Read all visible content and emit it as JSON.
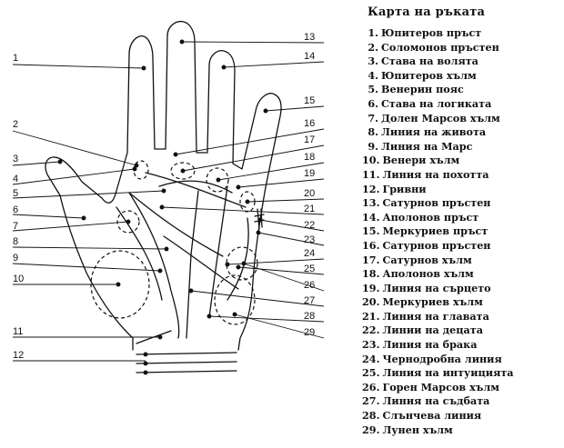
{
  "legend": {
    "title": "Карта на ръката",
    "items": [
      {
        "n": "1.",
        "label": "Юпитеров пръст"
      },
      {
        "n": "2.",
        "label": "Соломонов пръстен"
      },
      {
        "n": "3.",
        "label": "Става на волята"
      },
      {
        "n": "4.",
        "label": "Юпитеров хълм"
      },
      {
        "n": "5.",
        "label": "Венерин пояс"
      },
      {
        "n": "6.",
        "label": "Става на логиката"
      },
      {
        "n": "7.",
        "label": "Долен Марсов хълм"
      },
      {
        "n": "8.",
        "label": "Линия на живота"
      },
      {
        "n": "9.",
        "label": "Линия на Марс"
      },
      {
        "n": "10.",
        "label": "Венери хълм"
      },
      {
        "n": "11.",
        "label": "Линия на похотта"
      },
      {
        "n": "12.",
        "label": "Гривни"
      },
      {
        "n": "13.",
        "label": "Сатурнов пръстен"
      },
      {
        "n": "14.",
        "label": "Аполонов пръст"
      },
      {
        "n": "15.",
        "label": "Меркуриев пръст"
      },
      {
        "n": "16.",
        "label": "Сатурнов пръстен"
      },
      {
        "n": "17.",
        "label": "Сатурнов хълм"
      },
      {
        "n": "18.",
        "label": "Аполонов хълм"
      },
      {
        "n": "19.",
        "label": "Линия на сърцето"
      },
      {
        "n": "20.",
        "label": "Меркуриев хълм"
      },
      {
        "n": "21.",
        "label": "Линия на главата"
      },
      {
        "n": "22.",
        "label": "Линии на децата"
      },
      {
        "n": "23.",
        "label": "Линия на брака"
      },
      {
        "n": "24.",
        "label": "Чернодробна линия"
      },
      {
        "n": "25.",
        "label": "Линия на интуицията"
      },
      {
        "n": "26.",
        "label": "Горен Марсов хълм"
      },
      {
        "n": "27.",
        "label": "Линия на съдбата"
      },
      {
        "n": "28.",
        "label": "Слънчева линия"
      },
      {
        "n": "29.",
        "label": "Лунен хълм"
      }
    ]
  },
  "diagram": {
    "callout_numbers": [
      "1",
      "2",
      "3",
      "4",
      "5",
      "6",
      "7",
      "8",
      "9",
      "10",
      "11",
      "12",
      "13",
      "14",
      "15",
      "16",
      "17",
      "18",
      "19",
      "20",
      "21",
      "22",
      "23",
      "24",
      "25",
      "26",
      "27",
      "28",
      "29"
    ]
  }
}
